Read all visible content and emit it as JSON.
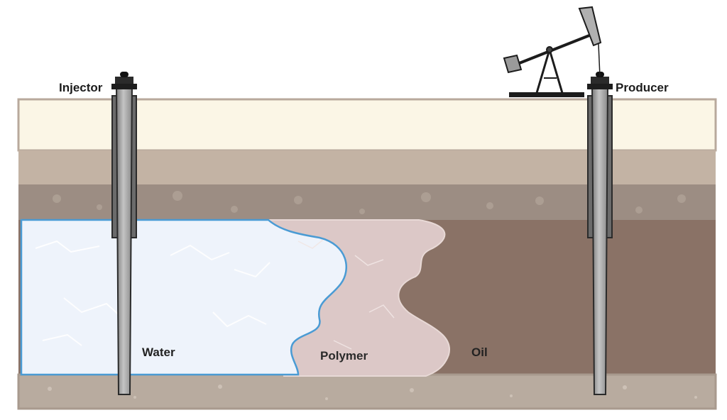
{
  "labels": {
    "injector": "Injector",
    "producer": "Producer",
    "water": "Water",
    "polymer": "Polymer",
    "oil": "Oil"
  },
  "colors": {
    "topsoil": "#fbf6e6",
    "layer_sand": "#c3b3a4",
    "layer_rock": "#9c8d83",
    "bedrock": "#b8ab9f",
    "water": "#eef3fb",
    "water_edge": "#4a9bd4",
    "polymer": "#dcc8c7",
    "oil": "#8a7266",
    "well": "#a8a8a8",
    "outline": "#2b2b2b"
  },
  "icons": [
    "injector-well-icon",
    "producer-well-icon",
    "pumpjack-icon"
  ]
}
